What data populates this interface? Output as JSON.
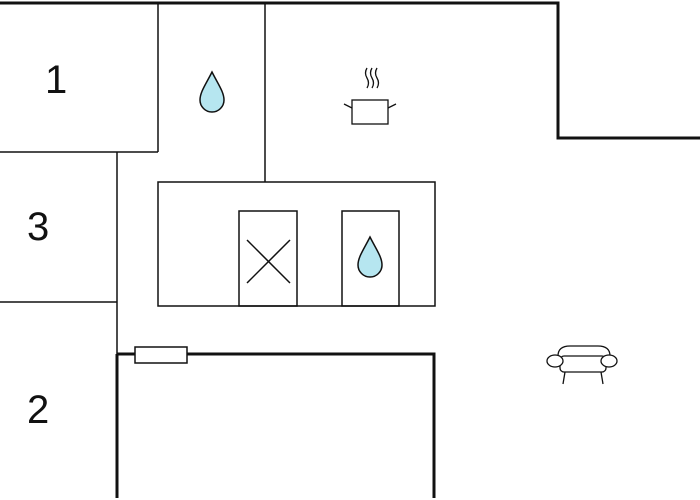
{
  "floorplan": {
    "rooms": [
      {
        "id": "room-1",
        "number": "1",
        "kind": "bedroom"
      },
      {
        "id": "room-2",
        "number": "2",
        "kind": "bedroom"
      },
      {
        "id": "room-3",
        "number": "3",
        "kind": "bedroom"
      },
      {
        "id": "bathroom-upper",
        "kind": "bathroom",
        "icon": "water-drop-icon"
      },
      {
        "id": "bathroom-lower",
        "kind": "bathroom",
        "icon": "water-drop-icon"
      },
      {
        "id": "storage",
        "kind": "closet",
        "icon": "x-cross-icon"
      },
      {
        "id": "kitchen",
        "kind": "kitchen",
        "icon": "cooking-pot-icon"
      },
      {
        "id": "living-room",
        "kind": "living room",
        "icon": "sofa-icon"
      },
      {
        "id": "entrance",
        "kind": "door",
        "icon": "door-icon"
      }
    ],
    "colors": {
      "wall": "#111111",
      "water_drop_fill": "#b6e6f0",
      "background": "#ffffff"
    }
  }
}
